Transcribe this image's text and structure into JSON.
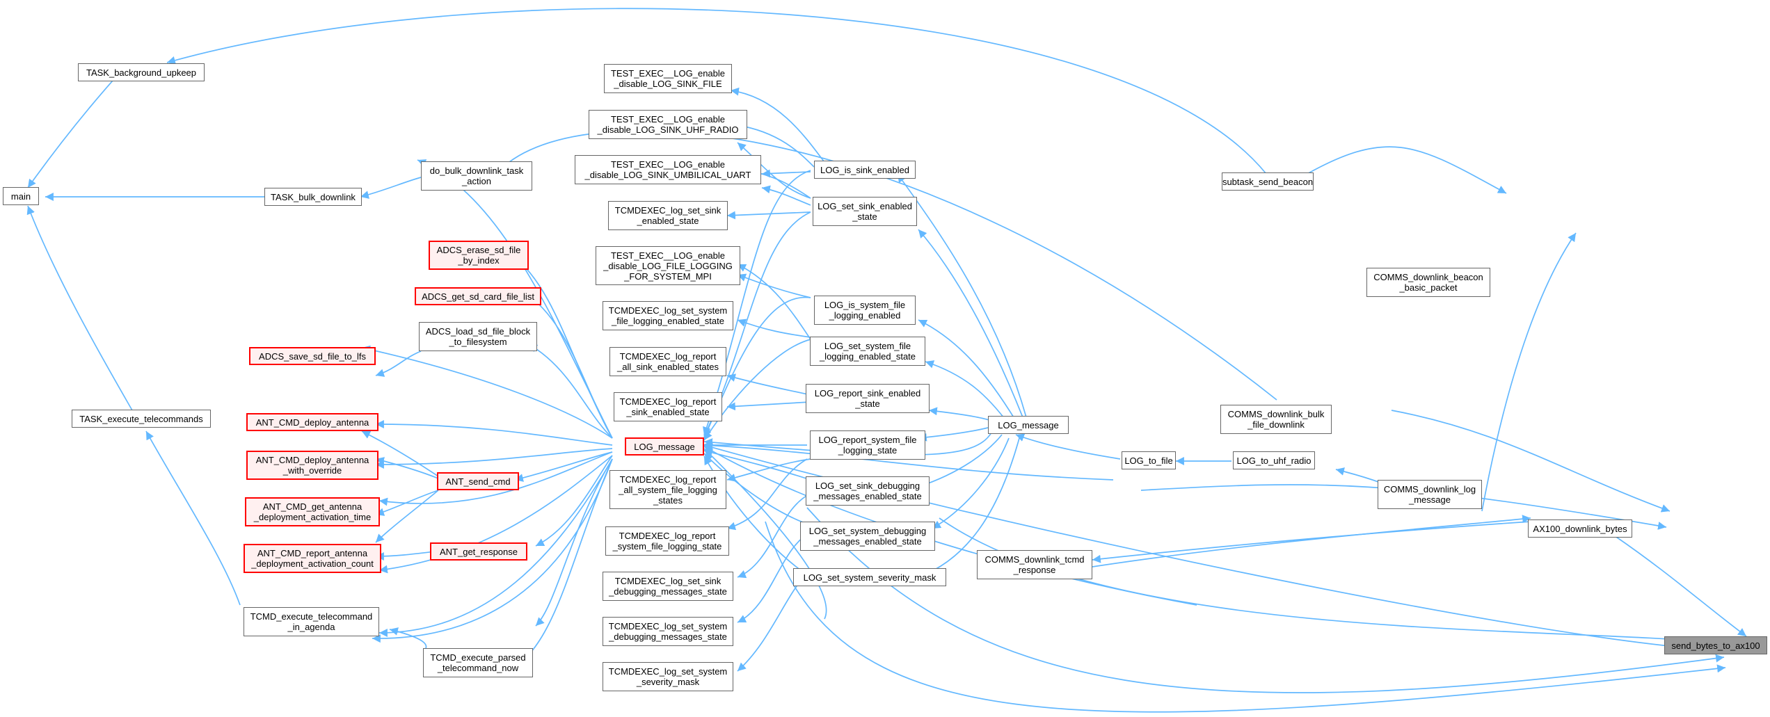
{
  "colors": {
    "edge": "#63b8ff",
    "node_border": "#666666",
    "incomplete_border": "#ff0000",
    "root_fill": "#999999"
  },
  "nodes": {
    "main": "main",
    "task_bg": "TASK_background_upkeep",
    "task_bulk": "TASK_bulk_downlink",
    "task_exec": "TASK_execute_telecommands",
    "do_bulk": "do_bulk_downlink_task\n_action",
    "adcs_erase": "ADCS_erase_sd_file\n_by_index",
    "adcs_get": "ADCS_get_sd_card_file_list",
    "adcs_load": "ADCS_load_sd_file_block\n_to_filesystem",
    "adcs_save": "ADCS_save_sd_file_to_lfs",
    "ant_deploy": "ANT_CMD_deploy_antenna",
    "ant_deploy_ovr": "ANT_CMD_deploy_antenna\n_with_override",
    "ant_get_act": "ANT_CMD_get_antenna\n_deployment_activation_time",
    "ant_report_act": "ANT_CMD_report_antenna\n_deployment_activation_count",
    "ant_send": "ANT_send_cmd",
    "ant_get_resp": "ANT_get_response",
    "tcmd_exec_agenda": "TCMD_execute_telecommand\n_in_agenda",
    "tcmd_exec_parsed": "TCMD_execute_parsed\n_telecommand_now",
    "log_message_left": "LOG_message",
    "te_file": "TEST_EXEC__LOG_enable\n_disable_LOG_SINK_FILE",
    "te_uhf": "TEST_EXEC__LOG_enable\n_disable_LOG_SINK_UHF_RADIO",
    "te_umb": "TEST_EXEC__LOG_enable\n_disable_LOG_SINK_UMBILICAL_UART",
    "tc_set_sink": "TCMDEXEC_log_set_sink\n_enabled_state",
    "te_mpi": "TEST_EXEC__LOG_enable\n_disable_LOG_FILE_LOGGING\n_FOR_SYSTEM_MPI",
    "tc_set_sys_file": "TCMDEXEC_log_set_system\n_file_logging_enabled_state",
    "tc_report_all_sink": "TCMDEXEC_log_report\n_all_sink_enabled_states",
    "tc_report_sink": "TCMDEXEC_log_report\n_sink_enabled_state",
    "tc_report_all_sys": "TCMDEXEC_log_report\n_all_system_file_logging\n_states",
    "tc_report_sys_file": "TCMDEXEC_log_report\n_system_file_logging_state",
    "tc_set_sink_dbg": "TCMDEXEC_log_set_sink\n_debugging_messages_state",
    "tc_set_sys_dbg": "TCMDEXEC_log_set_system\n_debugging_messages_state",
    "tc_set_sys_sev": "TCMDEXEC_log_set_system\n_severity_mask",
    "log_is_sink": "LOG_is_sink_enabled",
    "log_set_sink": "LOG_set_sink_enabled\n_state",
    "log_is_sys_file": "LOG_is_system_file\n_logging_enabled",
    "log_set_sys_file": "LOG_set_system_file\n_logging_enabled_state",
    "log_report_sink": "LOG_report_sink_enabled\n_state",
    "log_report_sys_file": "LOG_report_system_file\n_logging_state",
    "log_set_sink_dbg": "LOG_set_sink_debugging\n_messages_enabled_state",
    "log_set_sys_dbg": "LOG_set_system_debugging\n_messages_enabled_state",
    "log_set_sys_sev": "LOG_set_system_severity_mask",
    "log_message": "LOG_message",
    "log_to_file": "LOG_to_file",
    "log_to_uhf": "LOG_to_uhf_radio",
    "subtask_beacon": "subtask_send_beacon",
    "comms_beacon": "COMMS_downlink_beacon\n_basic_packet",
    "comms_bulk": "COMMS_downlink_bulk\n_file_downlink",
    "comms_log": "COMMS_downlink_log\n_message",
    "comms_tcmd": "COMMS_downlink_tcmd\n_response",
    "ax100": "AX100_downlink_bytes",
    "send_bytes": "send_bytes_to_ax100"
  }
}
